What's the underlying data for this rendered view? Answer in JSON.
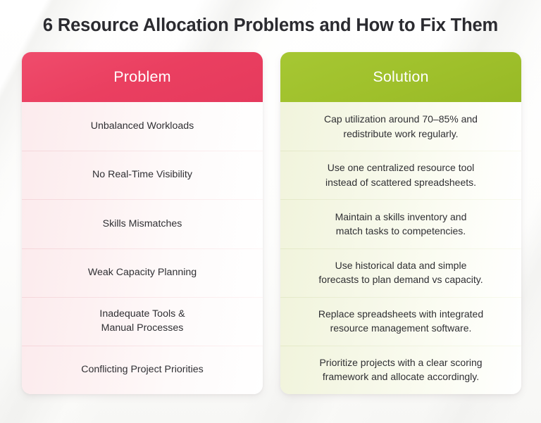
{
  "title": "6 Resource Allocation Problems and How to Fix Them",
  "colors": {
    "problem_header": "#ea3f60",
    "solution_header": "#9fc02b",
    "problem_row_bg": "#fcebed",
    "solution_row_bg": "#f1f4dc",
    "title_text": "#2b2b30",
    "body_text": "#2f2f33",
    "header_text": "#ffffff",
    "canvas_bg": "#fbfbfa"
  },
  "columns": {
    "problem": {
      "header": "Problem",
      "rows": [
        "Unbalanced Workloads",
        "No Real-Time Visibility",
        "Skills Mismatches",
        "Weak Capacity Planning",
        "Inadequate Tools &\nManual Processes",
        "Conflicting Project Priorities"
      ]
    },
    "solution": {
      "header": "Solution",
      "rows": [
        "Cap utilization around 70–85% and\nredistribute work regularly.",
        "Use one centralized resource tool\ninstead of scattered spreadsheets.",
        "Maintain a skills inventory and\nmatch tasks to competencies.",
        "Use historical data and simple\nforecasts to plan demand vs capacity.",
        "Replace spreadsheets with integrated\nresource management software.",
        "Prioritize projects with a clear scoring\nframework and allocate accordingly."
      ]
    }
  }
}
